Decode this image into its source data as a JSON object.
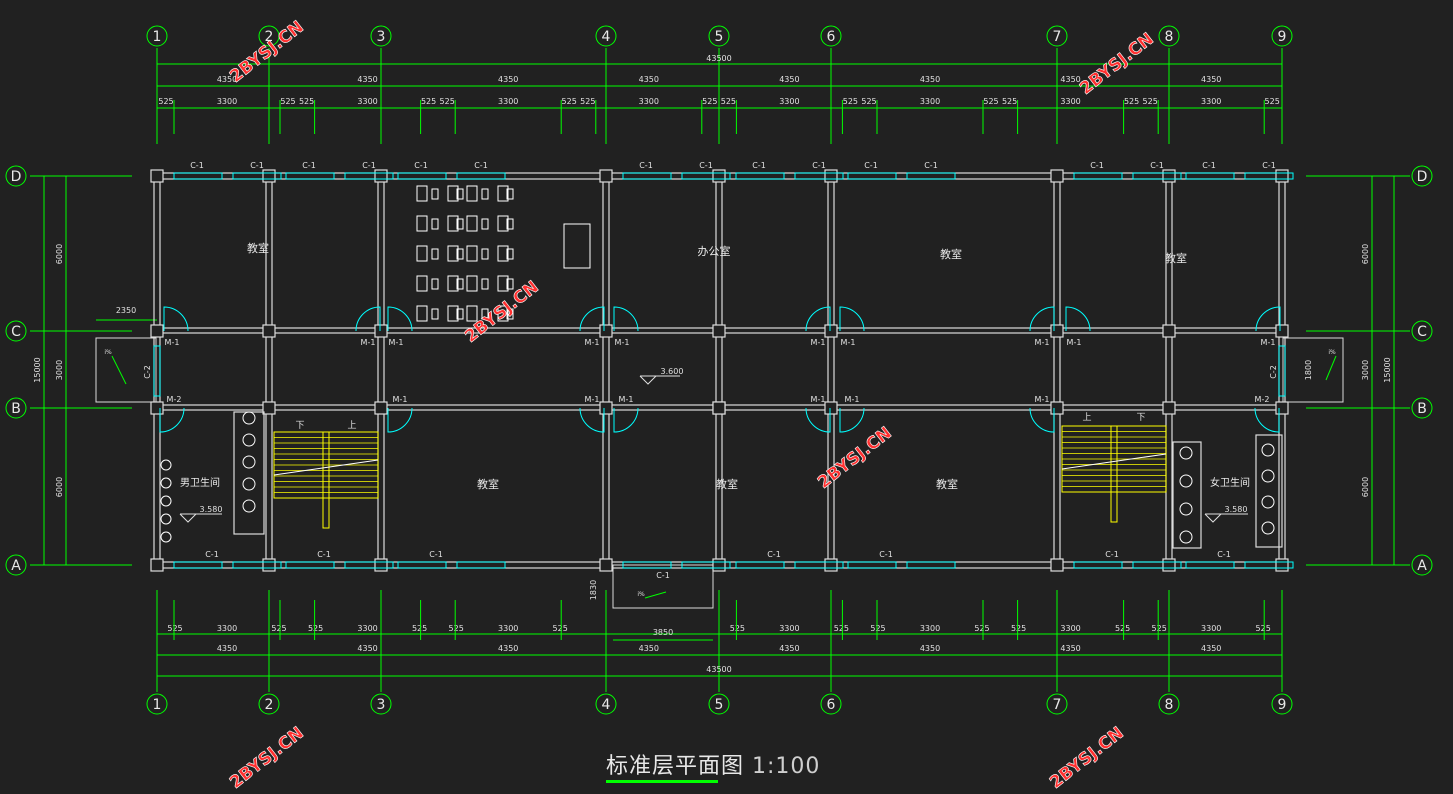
{
  "drawing_title": "标准层平面图",
  "drawing_scale": "1:100",
  "grid_columns": [
    "1",
    "2",
    "3",
    "4",
    "5",
    "6",
    "7",
    "8",
    "9"
  ],
  "grid_rows": [
    "D",
    "C",
    "B",
    "A"
  ],
  "total_length": "43500",
  "bay_width": "4350",
  "window_segments": {
    "edge": "525",
    "window": "3300"
  },
  "total_depth": "15000",
  "row_dims": {
    "top_bay": "6000",
    "corridor": "3000",
    "bottom_bay": "6000"
  },
  "window_label": "C-1",
  "window2_label": "C-2",
  "door_label": "M-1",
  "door2_label": "M-2",
  "rooms_top": [
    "教室",
    "办公室",
    "教室",
    "教室"
  ],
  "rooms_bottom": [
    "教室",
    "教室",
    "教室"
  ],
  "men_restroom": "男卫生间",
  "women_restroom": "女卫生间",
  "corridor_level": "3.600",
  "restroom_level": "3.580",
  "stair_up": "上",
  "stair_down": "下",
  "slope_label": "i%",
  "dim_2350": "2350",
  "dim_1800": "1800",
  "dim_3850": "3850",
  "dim_1830": "1830",
  "watermark": "2BYSJ.CN",
  "colors": {
    "background": "#212121",
    "dimension": "#00ff00",
    "wall": "#dcdcdc",
    "window": "#00ffff",
    "stair": "#ffff00",
    "watermark": "#ff3030"
  }
}
